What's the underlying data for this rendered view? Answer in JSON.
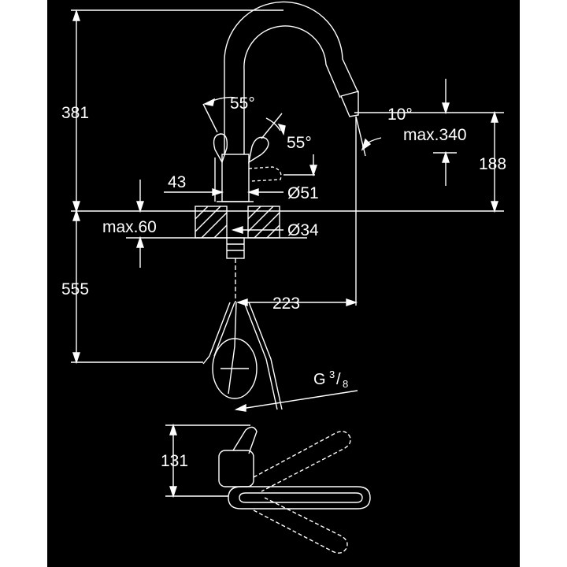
{
  "drawing": {
    "colors": {
      "background": "#000000",
      "line": "#ffffff",
      "page": "#ffffff"
    },
    "dimensions": {
      "height_above_deck": "381",
      "height_below_deck": "555",
      "spout_height": "188",
      "spout_reach": "223",
      "spray_angle": "10°",
      "max_pullout": "max.340",
      "deck_thickness": "max.60",
      "body_diameter": "Ø51",
      "hole_diameter": "Ø34",
      "lever_offset": "43",
      "swivel_angle_top": "55°",
      "swivel_angle_side": "55°",
      "connection_prefix": "G",
      "connection_num": "3",
      "connection_den": "8",
      "top_view_depth": "131"
    }
  }
}
